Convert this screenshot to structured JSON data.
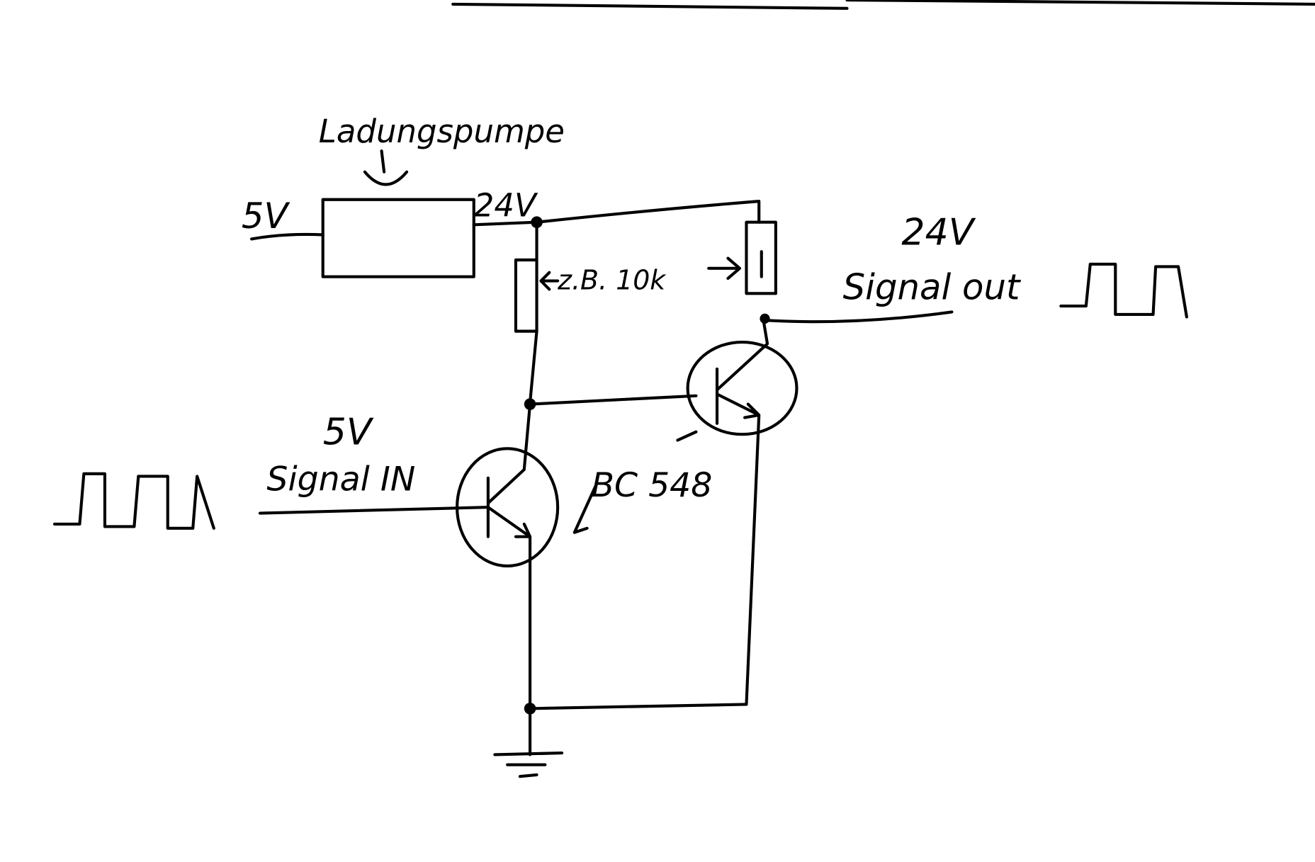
{
  "title_label": "Ladungspumpe",
  "input_supply": "5V",
  "pump_output": "24V",
  "resistor_note": "z.B. 10k",
  "output": {
    "voltage": "24V",
    "label": "Signal out"
  },
  "input": {
    "voltage": "5V",
    "label": "Signal IN"
  },
  "transistor_type": "BC 548"
}
